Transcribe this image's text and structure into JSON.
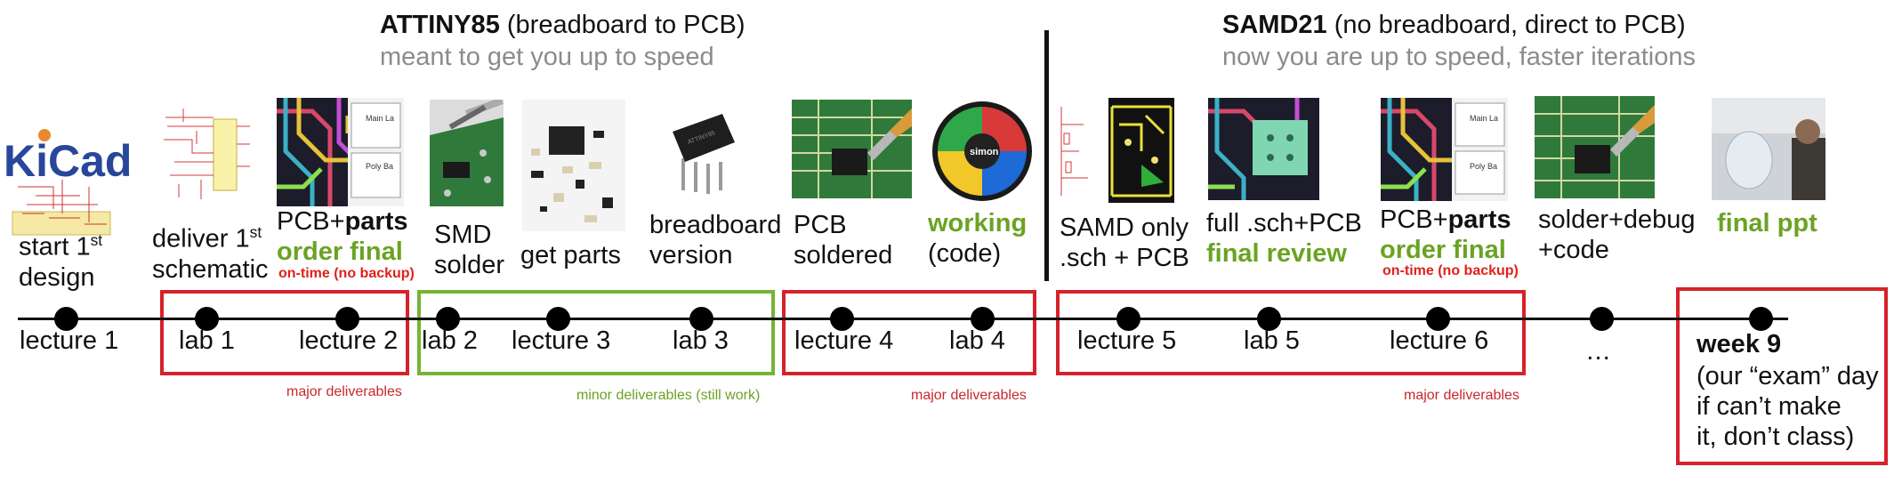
{
  "left_header": {
    "title_bold": "ATTINY85",
    "title_rest": " (breadboard to PCB)",
    "subtitle": "meant to get you up to speed"
  },
  "right_header": {
    "title_bold": "SAMD21",
    "title_rest": " (no breadboard, direct to PCB)",
    "subtitle": "now you are up to speed, faster iterations"
  },
  "logo": {
    "text_ki": "Ki",
    "text_cad": "Cad"
  },
  "milestones": {
    "m1": {
      "line1": "start 1",
      "sup": "st",
      "line2": "design"
    },
    "m2": {
      "line1": "deliver 1",
      "sup": "st",
      "line2": "schematic"
    },
    "m3": {
      "pre": "PCB+",
      "bold": "parts",
      "green": "order final",
      "note": "on-time (no backup)"
    },
    "m4": {
      "line1": "SMD",
      "line2": "solder"
    },
    "m5": {
      "line1": "get parts"
    },
    "m6": {
      "line1": "breadboard",
      "line2": "version"
    },
    "m7": {
      "line1": "PCB",
      "line2": "soldered"
    },
    "m8": {
      "green": "working",
      "line2": "(code)"
    },
    "m9": {
      "line1": "SAMD only",
      "line2": ".sch + PCB"
    },
    "m10": {
      "line1": "full .sch+PCB",
      "green": "final review"
    },
    "m11": {
      "pre": "PCB+",
      "bold": "parts",
      "green": "order final",
      "note": "on-time (no backup)"
    },
    "m12": {
      "line1": "solder+debug",
      "line2": "+code"
    },
    "m13": {
      "green": "final ppt"
    }
  },
  "timeline": [
    {
      "id": "lecture1",
      "label": "lecture 1"
    },
    {
      "id": "lab1",
      "label": "lab 1"
    },
    {
      "id": "lecture2",
      "label": "lecture 2"
    },
    {
      "id": "lab2",
      "label": "lab 2"
    },
    {
      "id": "lecture3",
      "label": "lecture 3"
    },
    {
      "id": "lab3",
      "label": "lab 3"
    },
    {
      "id": "lecture4",
      "label": "lecture 4"
    },
    {
      "id": "lab4",
      "label": "lab 4"
    },
    {
      "id": "lecture5",
      "label": "lecture 5"
    },
    {
      "id": "lab5",
      "label": "lab 5"
    },
    {
      "id": "lecture6",
      "label": "lecture 6"
    },
    {
      "id": "ellipsis",
      "label": "…"
    },
    {
      "id": "week9",
      "label": "week 9"
    }
  ],
  "week9_note": [
    "(our “exam” day",
    "if can’t make",
    "it, don’t class)"
  ],
  "captions": {
    "c1": "major deliverables",
    "c2": "minor deliverables (still work)",
    "c3": "major deliverables",
    "c4": "major deliverables"
  },
  "chip_marking": "ATTINY85",
  "simon_text": "simon",
  "colors": {
    "red": "#d6222a",
    "green": "#6aa323",
    "gray": "#8c8c8c",
    "pcb": "#2f7a3a"
  }
}
